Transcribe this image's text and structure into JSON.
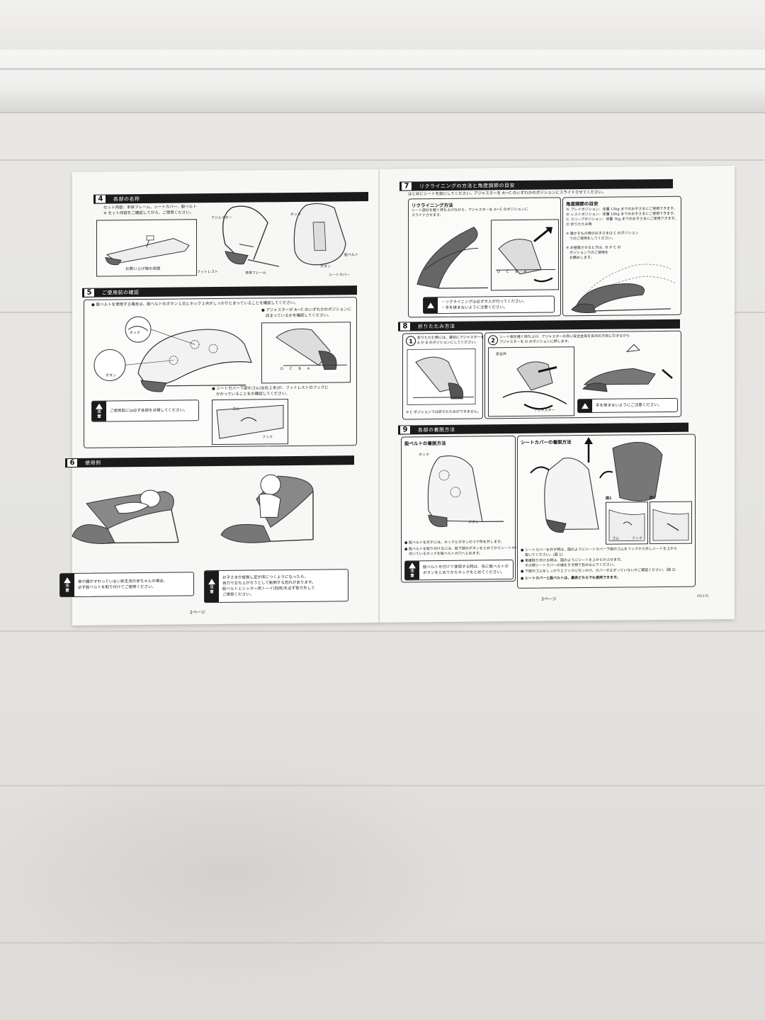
{
  "left_page": {
    "s4": {
      "num": "4",
      "title": "各部の名称",
      "contents": "セット内容：本体フレーム、シートカバー、股ベルト",
      "note": "※ セット内容をご確認してから、ご使用ください。",
      "caption_box": "お買い上げ時の状態",
      "labels": {
        "adjuster": "アジャスター",
        "footrest": "フットレスト",
        "frame": "本体フレーム",
        "hook": "ホック",
        "belt": "股ベルト",
        "button": "ボタン",
        "seat_cover": "シートカバー"
      }
    },
    "s5": {
      "num": "5",
      "title": "ご使用前の確認",
      "bullet1": "股ベルトを使用する場合は、股ベルトのボタン１点とホック２点がしっかりとまっていることを確認してください。",
      "bullet2a": "アジャスターが A～C のいずれかのポジションに",
      "bullet2b": "収まっているかを確認してください。",
      "bullet3a": "シートカバー下部のゴム(左右２本)が、フットレストのフックに",
      "bullet3b": "かかっていることをの確認してください。",
      "hook": "ホック",
      "button": "ボタン",
      "rubber": "ゴム",
      "hook2": "フック",
      "positions": [
        "D",
        "C",
        "B",
        "A"
      ],
      "warning": "ご使用前には必ず各部を点検してください。"
    },
    "s6": {
      "num": "6",
      "title": "使用例",
      "warn1a": "首や腰がすわっていない新生児の赤ちゃんの場合、",
      "warn1b": "必ず股ベルトを取り付けてご使用ください。",
      "warn2a": "お子さまが成長し足が床につくようになったら、",
      "warn2b": "自力で立ち上がろうとして転倒する恐れがあります。",
      "warn2c": "股ベルトとシッター用トーイ(別売)を必ず取り外して",
      "warn2d": "ご使用ください。"
    },
    "caution_label": "注\n意",
    "footer": "2ページ"
  },
  "right_page": {
    "s7": {
      "num": "7",
      "title": "リクライニングの方法と角度調節の目安",
      "intro": "はじめにシートを前にしてください。アジャスターを A～C のいずれかのポジションにスライドさせてください。",
      "sub": "リクライニング方法",
      "desc_a": "シート部分を軽く持ち上げながら、アジャスターを A～C のポジションに",
      "desc_b": "スライドさせます。",
      "warn_a": "・リクライニングは必ず大人が行ってください。",
      "warn_b": "・手を挟まないように注意ください。",
      "angle_title": "角度調節の目安",
      "angle_a": "プレイポジション：体重 13kg までのお子さまにご使用できます。",
      "angle_b": "レストポジション：体重 10kg までのお子さまにご使用できます。",
      "angle_c": "スリープポジション：体重 7kg までのお子さまにご使用できます。",
      "angle_d": "折りたたみ時",
      "note1a": "※ 寝かすもの時のお子さまは C のポジション",
      "note1b": "　でのご使用をしてください。",
      "note2a": "※ お昼寝させるときは、B か C の",
      "note2b": "　ポジションでのご使用を",
      "note2c": "　お薦めします。",
      "positions": [
        "D",
        "C",
        "B",
        "A"
      ]
    },
    "s8": {
      "num": "8",
      "title": "折りたたみ方法",
      "step1a": "折りたたむ際には、最初にアジャスターを",
      "step1b": "A か B のポジションにしてください。",
      "step1_note": "※ C ポジションでは折りたたみができません。",
      "step2a": "シート側を軽く持ち上げ、アジャスターの赤い安全金具を矢印の方向に引きながら",
      "step2b": "アジャスターを D のポジションに押します。",
      "safety": "安全弁",
      "adjuster": "アジャスター",
      "warning": "手を挟まないようにご注意ください。",
      "steps": [
        "1",
        "2"
      ]
    },
    "s9": {
      "num": "9",
      "title": "各部の着脱方法",
      "belt_title": "股ベルトの着脱方法",
      "hook": "ホック",
      "button": "ボタン",
      "belt_b1": "股ベルトを外すには、ホックとボタンの３ケ所を外します。",
      "belt_b2a": "股ベルトを取り付けるには、股下部のボタンをとめてからシートカバーに",
      "belt_b2b": "付いているホックを股ベルトの穴へとめます。",
      "belt_warn_a": "股ベルトを付けて使用する時は、先に股ベルトの",
      "belt_warn_b": "ボタンをとめてからホックをとめてください。",
      "cover_title": "シートカバーの着脱方法",
      "fig1": "図1",
      "fig2": "図2",
      "rubber": "ゴム",
      "hook2": "フック",
      "cover_b1a": "シートカバーを外す時は、図のようにシートカバー下部のゴムをフックから外しシートを上から",
      "cover_b1b": "抜いてください。(図 1)",
      "cover_b2a": "角度取り付ける時は、図のようにシートを上からかぶせます。",
      "cover_b2b": "その際シートカバーの端をすき間で包み込んでください。",
      "cover_b3": "下部のゴムをしっかりとフックに引っかけ、カバーがよがっていないかご確認ください。(図 2)",
      "cover_b4": "シートカバーと股ベルトは、裏表どちらでも使用できます。"
    },
    "caution_label": "注\n意",
    "footer": "3ページ",
    "code": "2013.01"
  }
}
